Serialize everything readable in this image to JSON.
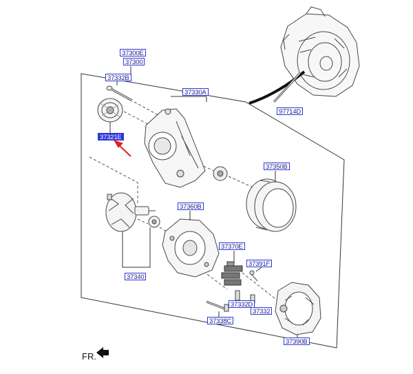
{
  "labels": {
    "assembly": "37300E",
    "assembly_alt": "37300",
    "bolt": "37332B",
    "pulley": "37321E",
    "bracket": "37330A",
    "long_bolt": "97714D",
    "housing": "37350B",
    "rear_bracket": "37360B",
    "regulator": "37370E",
    "terminal": "37391F",
    "stud": "37332D",
    "screw": "37332",
    "rotor": "37340",
    "bolt_long": "37338C",
    "rear_cover": "37390B"
  },
  "footer": {
    "fr_label": "FR."
  },
  "colors": {
    "label_border": "#2a36d6",
    "label_selected_bg": "#2a36d6",
    "pointer_arrow": "#e02020"
  }
}
